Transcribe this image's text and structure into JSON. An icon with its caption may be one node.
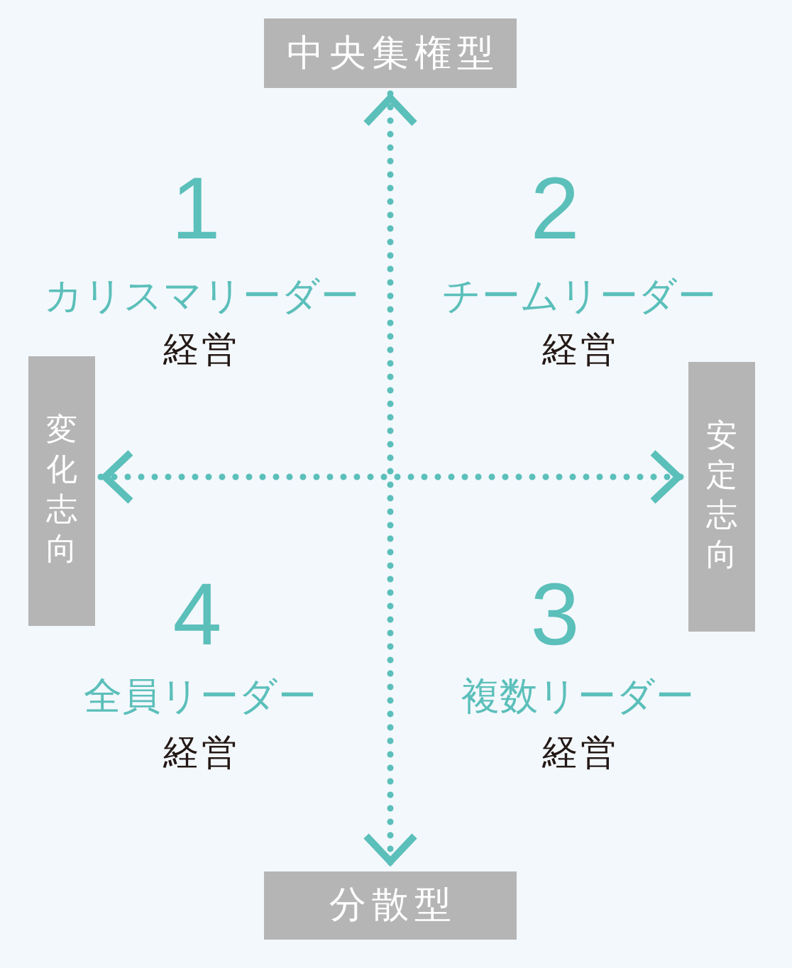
{
  "diagram": {
    "nodes": [
      {
        "text": [
          "中央集権型"
        ]
      },
      {
        "text": [
          "変化志向"
        ]
      },
      {
        "text": [
          "安定志向"
        ]
      },
      {
        "text": [
          "分散型"
        ]
      }
    ],
    "edges": [
      {
        "from": 0,
        "to": 3,
        "arrow": "both",
        "style": "dashed"
      },
      {
        "from": 1,
        "to": 2,
        "arrow": "both",
        "style": "dashed"
      }
    ],
    "labels": [
      "1",
      "カリスマリーダー",
      "経営",
      "2",
      "チームリーダー",
      "経営",
      "4",
      "全員リーダー",
      "経営",
      "3",
      "複数リーダー",
      "経営"
    ]
  }
}
